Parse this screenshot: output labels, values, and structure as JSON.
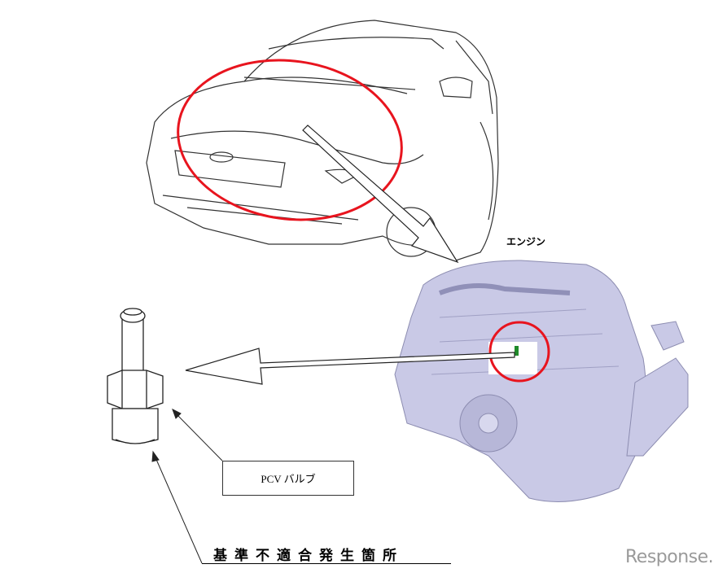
{
  "labels": {
    "engine": "エンジン",
    "pcv_valve": "PCV バルブ",
    "defect_location": "基準不適合発生箇所"
  },
  "watermark": "Response.",
  "colors": {
    "highlight": "#e8141e",
    "engine": "#c9c9e6",
    "valve_marker": "#1f8a2a"
  }
}
